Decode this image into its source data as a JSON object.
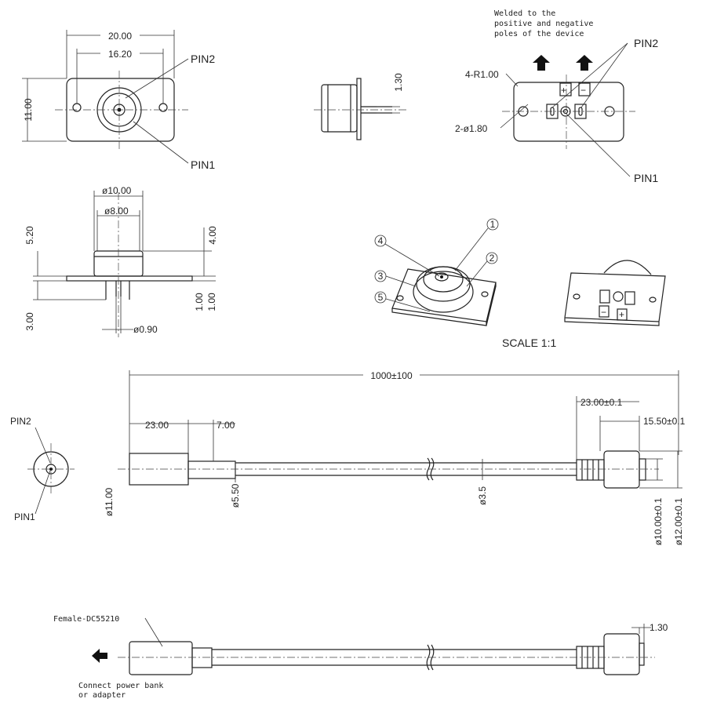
{
  "top_view": {
    "width": "20.00",
    "hole_spacing": "16.20",
    "height": "11.00",
    "pin2": "PIN2",
    "pin1": "PIN1"
  },
  "side_view": {
    "pin_length": "1.30"
  },
  "back_view": {
    "note_lines": [
      "Welded to the",
      "positive and negative",
      "poles of the device"
    ],
    "pin2": "PIN2",
    "pin1": "PIN1",
    "radius": "4-R1.00",
    "holes": "2-ø1.80",
    "plus": "+",
    "minus": "−"
  },
  "front_section": {
    "outer_dia": "ø10.00",
    "inner_dia": "ø8.00",
    "total_height": "5.20",
    "body_height": "4.00",
    "pin_length": "3.00",
    "plate_thickness_a": "1.00",
    "plate_thickness_b": "1.00",
    "pin_dia": "ø0.90"
  },
  "iso_view": {
    "callouts": [
      "1",
      "2",
      "3",
      "4",
      "5"
    ],
    "plus": "+",
    "minus": "−",
    "scale": "SCALE 1:1"
  },
  "cable_view": {
    "length": "1000±100",
    "pin2": "PIN2",
    "pin1": "PIN1",
    "plug_length": "23.00",
    "sleeve_length": "7.00",
    "connector_length": "23.00±0.1",
    "head_length": "15.50±0.1",
    "plug_dia": "ø11.00",
    "sleeve_dia": "ø5.50",
    "cable_dia": "ø3.5",
    "inner_dia": "ø10.00±0.1",
    "outer_dia": "ø12.00±0.1"
  },
  "bottom_view": {
    "connector_label": "Female-DC55210",
    "pin_length": "1.30",
    "note_lines": [
      "Connect power bank",
      "or adapter"
    ]
  }
}
